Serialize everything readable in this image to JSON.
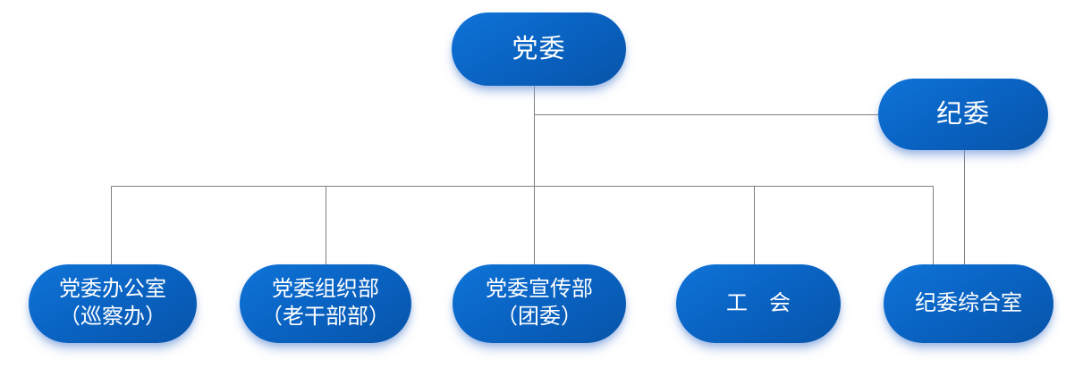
{
  "diagram": {
    "type": "org-chart",
    "background": "#ffffff",
    "connector_color": "#7f7f7f",
    "node_fill_gradient": [
      "#0f74d8",
      "#0a64c4",
      "#0754a9"
    ],
    "node_text_color": "#ffffff"
  },
  "nodes": [
    {
      "id": "party-committee",
      "label": "党委",
      "lines": [
        "党委"
      ]
    },
    {
      "id": "discipline-committee",
      "label": "纪委",
      "lines": [
        "纪委"
      ]
    },
    {
      "id": "party-office",
      "label": "党委办公室（巡察办）",
      "lines": [
        "党委办公室",
        "（巡察办）"
      ]
    },
    {
      "id": "organization-dept",
      "label": "党委组织部（老干部部）",
      "lines": [
        "党委组织部",
        "（老干部部）"
      ]
    },
    {
      "id": "publicity-dept",
      "label": "党委宣传部（团委）",
      "lines": [
        "党委宣传部",
        "（团委）"
      ]
    },
    {
      "id": "labor-union",
      "label": "工　会",
      "lines": [
        "工　会"
      ]
    },
    {
      "id": "discipline-general-office",
      "label": "纪委综合室",
      "lines": [
        "纪委综合室"
      ]
    }
  ],
  "edges": [
    {
      "from": "党委",
      "to": "纪委"
    },
    {
      "from": "党委",
      "to": "党委办公室（巡察办）"
    },
    {
      "from": "党委",
      "to": "党委组织部（老干部部）"
    },
    {
      "from": "党委",
      "to": "党委宣传部（团委）"
    },
    {
      "from": "党委",
      "to": "工　会"
    },
    {
      "from": "党委",
      "to": "纪委综合室"
    },
    {
      "from": "纪委",
      "to": "纪委综合室"
    }
  ]
}
